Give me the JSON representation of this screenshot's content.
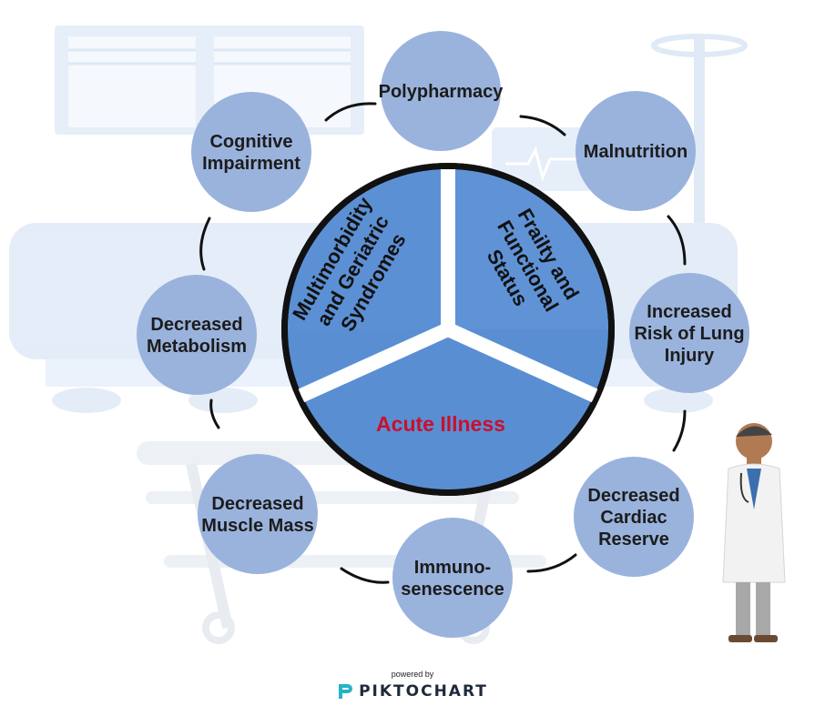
{
  "center": {
    "segments": [
      {
        "id": "multimorbidity",
        "lines": [
          "Multimorbidity",
          "and Geriatric",
          "Syndromes"
        ]
      },
      {
        "id": "frailty",
        "lines": [
          "Frailty and",
          "Functional",
          "Status"
        ]
      },
      {
        "id": "acute",
        "lines": [
          "Acute Illness"
        ]
      }
    ]
  },
  "nodes": [
    {
      "id": "polypharmacy",
      "lines": [
        "Polypharmacy"
      ]
    },
    {
      "id": "malnutrition",
      "lines": [
        "Malnutrition"
      ]
    },
    {
      "id": "lung-injury",
      "lines": [
        "Increased",
        "Risk of Lung",
        "Injury"
      ]
    },
    {
      "id": "cardiac-reserve",
      "lines": [
        "Decreased",
        "Cardiac",
        "Reserve"
      ]
    },
    {
      "id": "immunosenescence",
      "lines": [
        "Immuno-",
        "senescence"
      ]
    },
    {
      "id": "muscle-mass",
      "lines": [
        "Decreased",
        "Muscle Mass"
      ]
    },
    {
      "id": "metabolism",
      "lines": [
        "Decreased",
        "Metabolism"
      ]
    },
    {
      "id": "cognitive",
      "lines": [
        "Cognitive",
        "Impairment"
      ]
    }
  ],
  "footer": {
    "powered_by": "powered by",
    "brand": "PIKTOCHART"
  },
  "colors": {
    "node_fill": "#9ab3dd",
    "center_fill": "#5a8ed2",
    "acute_text": "#c8102e",
    "background_art": "#e3ecf8"
  }
}
